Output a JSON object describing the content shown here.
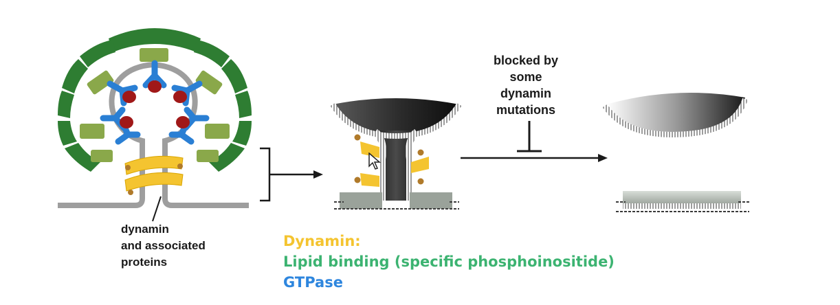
{
  "labels": {
    "blocked_by": [
      "blocked by",
      "some",
      "dynamin",
      "mutations"
    ],
    "dynamin_associated": [
      "dynamin",
      "and associated",
      "proteins"
    ]
  },
  "legend": {
    "title": "Dynamin:",
    "lipid_binding": "Lipid binding (specific phosphoinositide)",
    "gtpase": "GTPase"
  },
  "colors": {
    "dynamin": "#f4c430",
    "lipid_binding": "#3cb371",
    "gtpase": "#2e86de",
    "coat_dark_green": "#2e7d32",
    "coat_light_green": "#8aa84a",
    "adaptor_blue": "#2a7fd4",
    "cargo_red": "#a01818",
    "membrane_gray": "#9e9e9e"
  },
  "icons": {
    "cursor": "mouse-pointer-icon",
    "inhibition": "t-bar-inhibition-icon",
    "arrow": "right-arrow-icon"
  }
}
